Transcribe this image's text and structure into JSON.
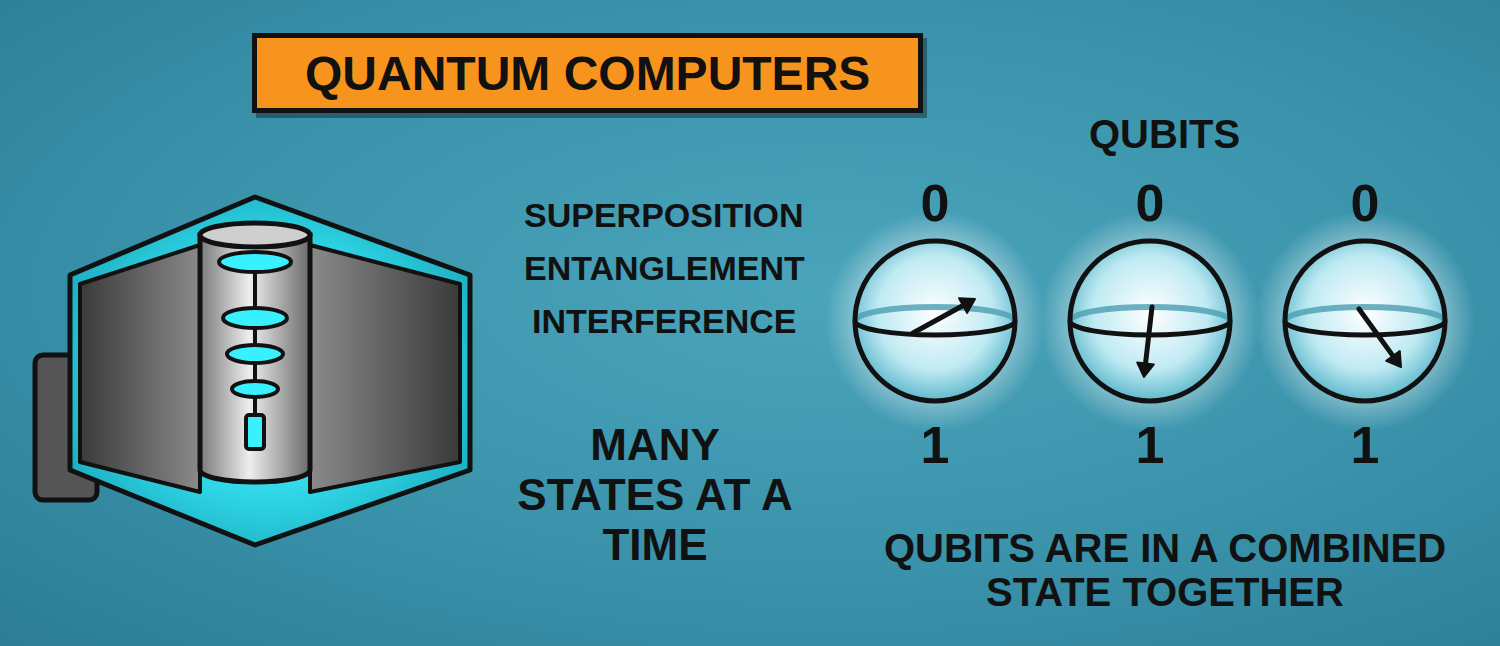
{
  "diagram": {
    "title": "QUANTUM COMPUTERS",
    "nodes": [
      {
        "text": [
          "0",
          "1"
        ]
      },
      {
        "text": [
          "0",
          "1"
        ]
      },
      {
        "text": [
          "0",
          "1"
        ]
      }
    ],
    "labels": [
      "QUBITS",
      "SUPERPOSITION",
      "ENTANGLEMENT",
      "INTERFERENCE",
      "MANY STATES AT A TIME",
      "QUBITS ARE IN A COMBINED STATE TOGETHER"
    ]
  }
}
